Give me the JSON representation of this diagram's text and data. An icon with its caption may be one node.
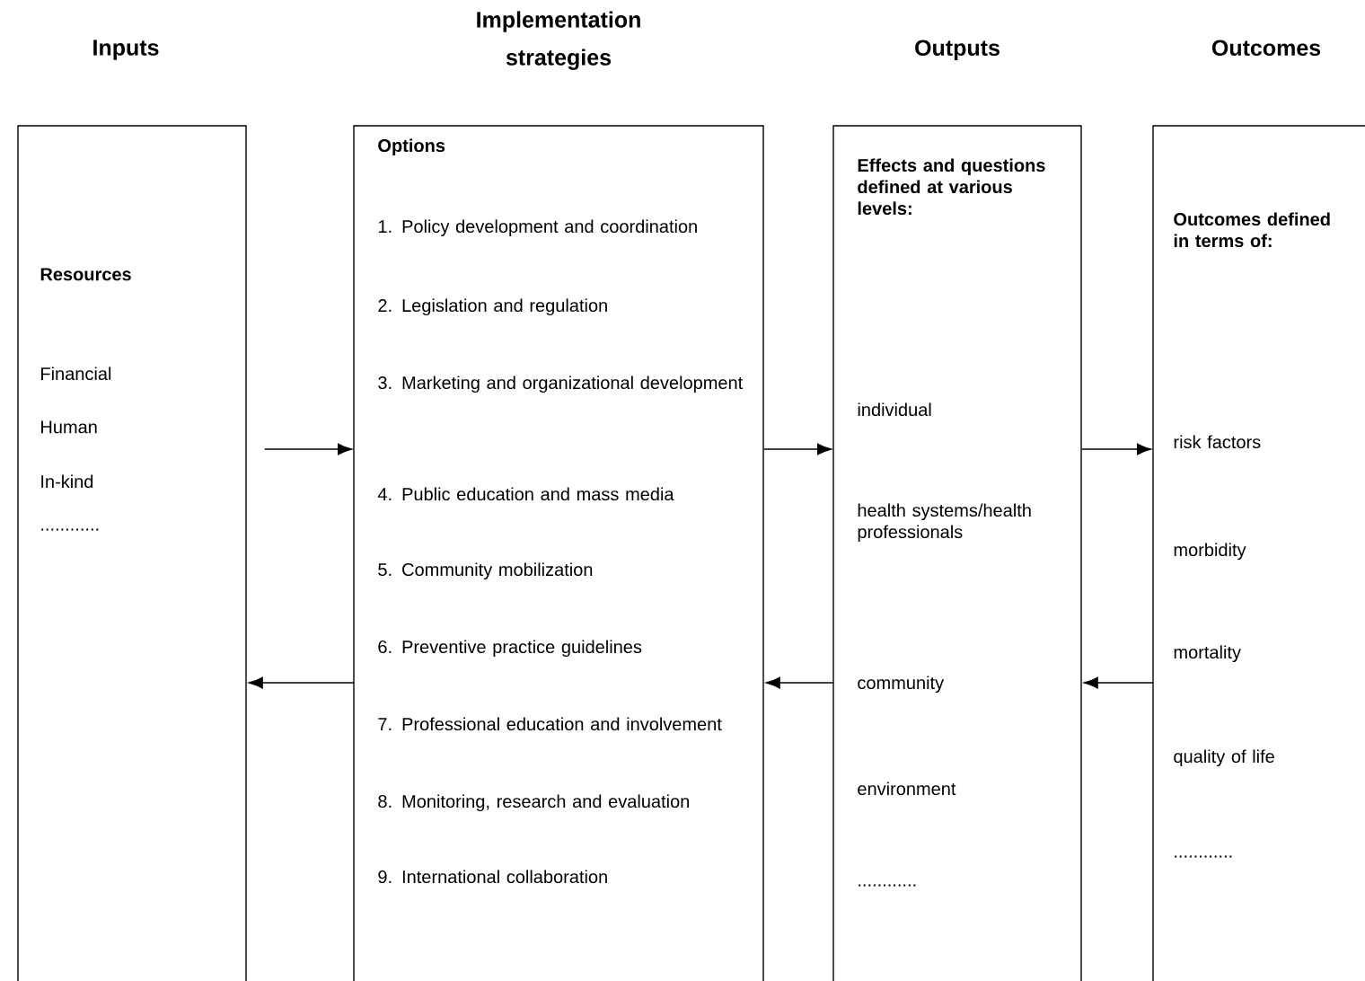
{
  "diagram": {
    "nodes": [
      {
        "text": [
          "Inputs",
          "Resources",
          "Financial",
          "Human",
          "In-kind",
          "............"
        ]
      },
      {
        "text": [
          "Implementation strategies",
          "Options",
          "1. Policy development and coordination",
          "2. Legislation and regulation",
          "3. Marketing and organizational development",
          "4. Public education and mass media",
          "5. Community mobilization",
          "6. Preventive practice guidelines",
          "7. Professional education and involvement",
          "8. Monitoring, research and evaluation",
          "9. International collaboration"
        ]
      },
      {
        "text": [
          "Outputs",
          "Effects and questions defined at various levels:",
          "individual",
          "health systems/health professionals",
          "community",
          "environment",
          "............"
        ]
      },
      {
        "text": [
          "Outcomes",
          "Outcomes defined in terms of:",
          "risk factors",
          "morbidity",
          "mortality",
          "quality of life",
          "............"
        ]
      }
    ],
    "edges": [
      {
        "from": 0,
        "to": 1,
        "arrow": "to"
      },
      {
        "from": 1,
        "to": 0,
        "arrow": "to"
      },
      {
        "from": 1,
        "to": 2,
        "arrow": "to"
      },
      {
        "from": 2,
        "to": 1,
        "arrow": "to"
      },
      {
        "from": 2,
        "to": 3,
        "arrow": "to"
      },
      {
        "from": 3,
        "to": 2,
        "arrow": "to"
      }
    ]
  }
}
